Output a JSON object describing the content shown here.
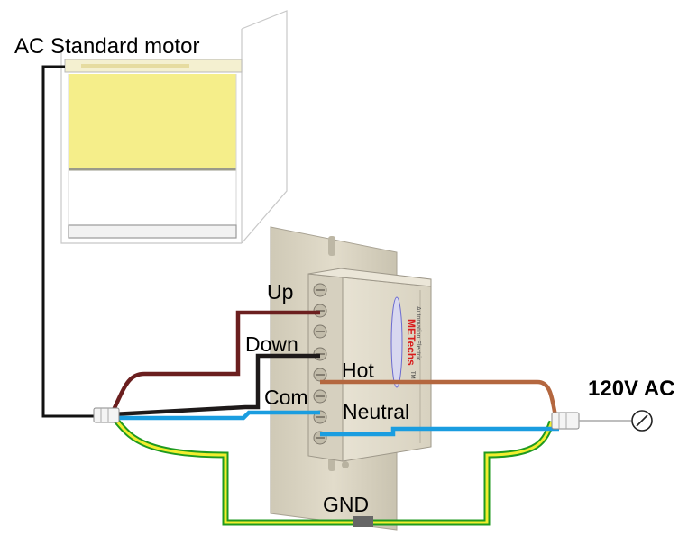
{
  "labels": {
    "motor": "AC Standard motor",
    "up": "Up",
    "down": "Down",
    "hot": "Hot",
    "com": "Com",
    "neutral": "Neutral",
    "gnd": "GND",
    "supply": "120V AC"
  },
  "switch_brand": {
    "name": "METechs",
    "tm": "TM",
    "tagline": "Automation Electric"
  },
  "colors": {
    "up_wire": "#6b1f1f",
    "down_wire": "#1e1a1a",
    "hot_wire": "#b4673f",
    "neutral_wire": "#1a9de0",
    "ground_outer": "#1f9a1f",
    "ground_inner": "#f2ee2e",
    "shade": "#f5ee8a",
    "plate": "#d9d3c1"
  }
}
